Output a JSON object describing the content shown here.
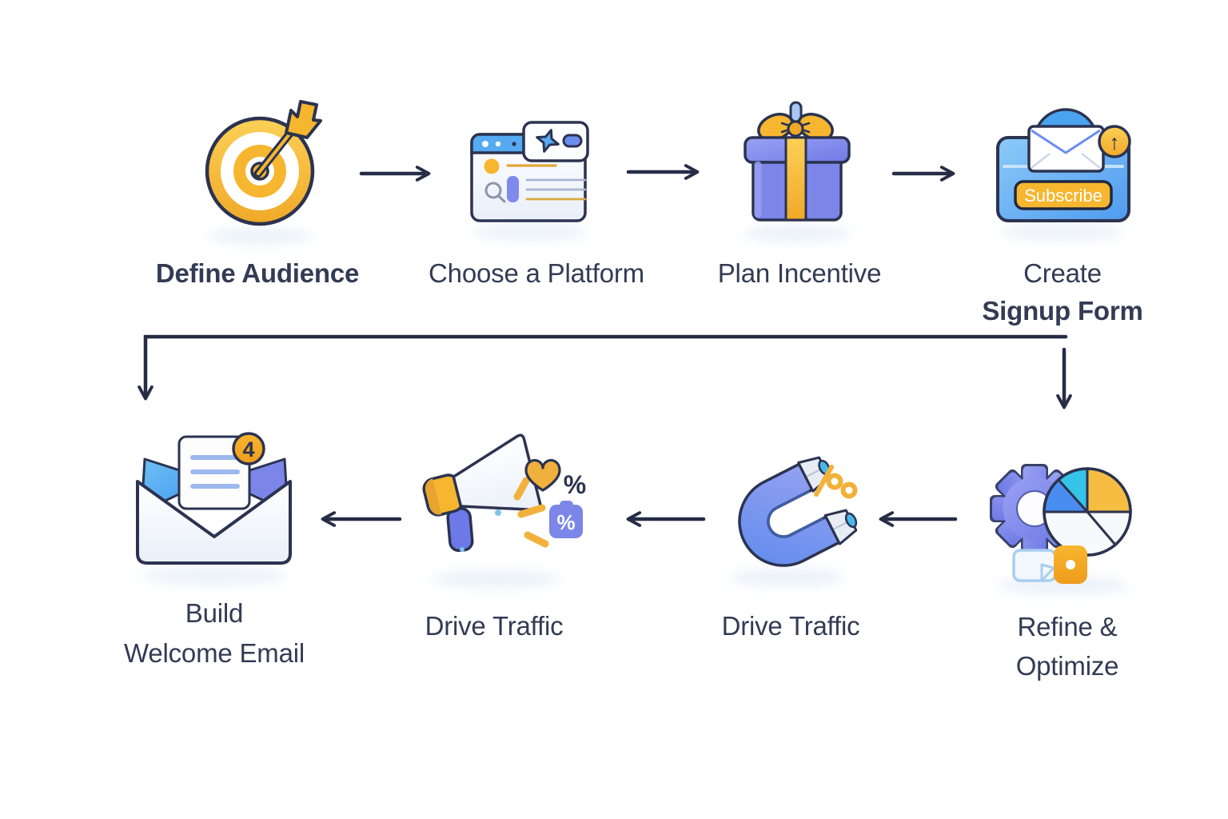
{
  "page": {
    "type": "flowchart-infographic",
    "background": "#ffffff"
  },
  "palette": {
    "text_navy": "#333b54",
    "outline_navy": "#2b3350",
    "arrow_navy": "#262d45",
    "gold": "#f6b62f",
    "light_blue": "#55aaf2",
    "periwinkle": "#7b86e8",
    "magnet_blue": "#6b8df0",
    "cyan": "#35c4e8",
    "orange_badge": "#f2a32a"
  },
  "nodes": {
    "define_audience": {
      "label": "Define Audience",
      "icon": "target-icon"
    },
    "choose_platform": {
      "label": "Choose a Platform",
      "icon": "browser-icon"
    },
    "plan_incentive": {
      "label": "Plan Incentive",
      "icon": "gift-icon"
    },
    "create_signup_form": {
      "line1": "Create",
      "line2": "Signup Form",
      "icon": "signup-form-icon"
    },
    "build_welcome_email": {
      "line1": "Build",
      "line2": "Welcome Email",
      "icon": "welcome-email-icon"
    },
    "drive_traffic_megaphone": {
      "label": "Drive Traffic",
      "icon": "megaphone-icon"
    },
    "drive_traffic_magnet": {
      "label": "Drive Traffic",
      "icon": "magnet-icon"
    },
    "refine_optimize": {
      "line1": "Refine &",
      "line2": "Optimize",
      "icon": "gear-pie-icon"
    }
  },
  "icon_text": {
    "subscribe_button": "Subscribe",
    "signup_badge": "↑",
    "welcome_badge": "4",
    "megaphone_percent": "%",
    "discount_tag_percent": "%"
  }
}
